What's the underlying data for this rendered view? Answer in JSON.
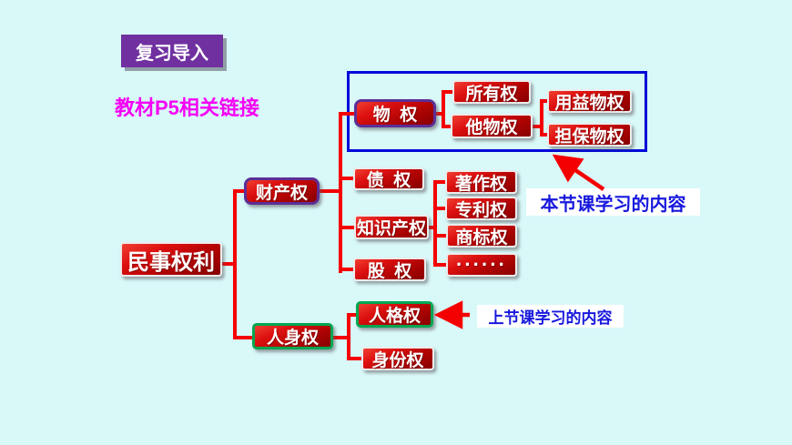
{
  "slide": {
    "badge": "复习导入",
    "subtitle": "教材P5相关链接"
  },
  "tree": {
    "root": "民事权利",
    "property": "财产权",
    "personal": "人身权",
    "real_right": "物  权",
    "ownership": "所有权",
    "other_real_right": "他物权",
    "usufruct": "用益物权",
    "security_interest": "担保物权",
    "debt": "债  权",
    "intellectual_property": "知识产权",
    "copyright": "著作权",
    "patent": "专利权",
    "trademark": "商标权",
    "ellipsis": "······",
    "equity": "股  权",
    "personality": "人格权",
    "identity": "身份权"
  },
  "annotations": {
    "current_lesson": "本节课学习的内容",
    "previous_lesson": "上节课学习的内容"
  },
  "colors": {
    "background": "#D9F8F8",
    "badge_purple": "#7030A0",
    "subtitle_magenta": "#F502F5",
    "box_red_dark": "#B30404",
    "highlight_box_border_blue": "#0009D9",
    "focus_border_purple": "#5B2F96",
    "focus_border_green": "#00A651",
    "annotation_text_blue": "#1818DD",
    "connector_red": "#F40000"
  }
}
